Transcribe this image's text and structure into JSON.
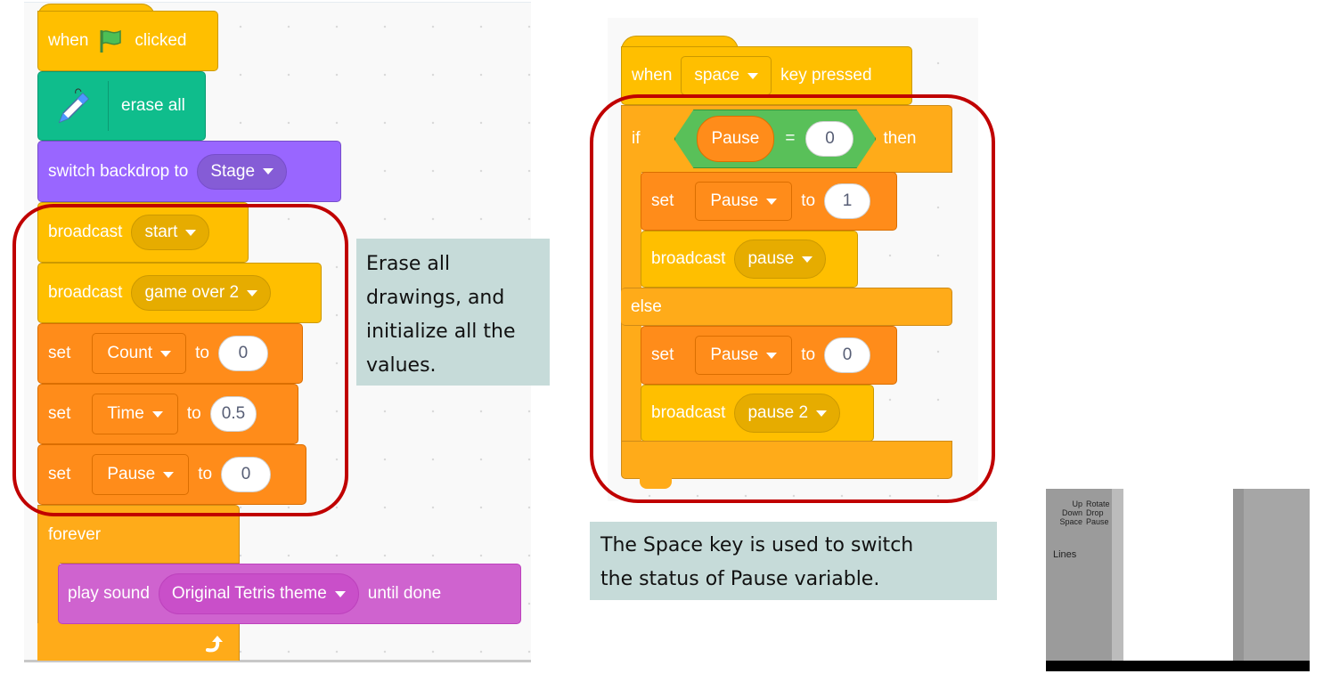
{
  "left_script": {
    "hat": {
      "when": "when",
      "icon": "green-flag",
      "clicked": "clicked"
    },
    "erase": {
      "label": "erase all",
      "icon": "pen"
    },
    "backdrop": {
      "label": "switch backdrop to",
      "value": "Stage"
    },
    "broadcast1": {
      "label": "broadcast",
      "value": "start"
    },
    "broadcast2": {
      "label": "broadcast",
      "value": "game over 2"
    },
    "set_count": {
      "set": "set",
      "var": "Count",
      "to": "to",
      "value": "0"
    },
    "set_time": {
      "set": "set",
      "var": "Time",
      "to": "to",
      "value": "0.5"
    },
    "set_pause": {
      "set": "set",
      "var": "Pause",
      "to": "to",
      "value": "0"
    },
    "forever": {
      "label": "forever",
      "icon": "loop-arrow"
    },
    "play_sound": {
      "label": "play sound",
      "value": "Original Tetris theme",
      "suffix": "until done"
    }
  },
  "right_script": {
    "hat": {
      "when": "when",
      "key": "space",
      "suffix": "key pressed"
    },
    "if": {
      "if": "if",
      "then": "then",
      "var": "Pause",
      "op": "=",
      "value": "0",
      "else": "else"
    },
    "set1": {
      "set": "set",
      "var": "Pause",
      "to": "to",
      "value": "1"
    },
    "broadcast1": {
      "label": "broadcast",
      "value": "pause"
    },
    "set2": {
      "set": "set",
      "var": "Pause",
      "to": "to",
      "value": "0"
    },
    "broadcast2": {
      "label": "broadcast",
      "value": "pause 2"
    }
  },
  "callouts": {
    "left": [
      "Erase all",
      "drawings, and",
      "initialize all the",
      "values."
    ],
    "right": [
      "The Space key is used to switch",
      "the status of Pause variable."
    ]
  },
  "stage": {
    "controls": [
      [
        "Up",
        "Rotate"
      ],
      [
        "Down",
        "Drop"
      ],
      [
        "Space",
        "Pause"
      ]
    ],
    "lines_label": "Lines"
  },
  "colors": {
    "events": "#ffbf00",
    "control": "#ffab19",
    "pen": "#0fbd8c",
    "looks": "#9966ff",
    "variables": "#ff8c1a",
    "sound": "#cf63cf",
    "operators": "#59c059",
    "highlight": "#c00000",
    "callout_bg": "#c6dbd9"
  }
}
